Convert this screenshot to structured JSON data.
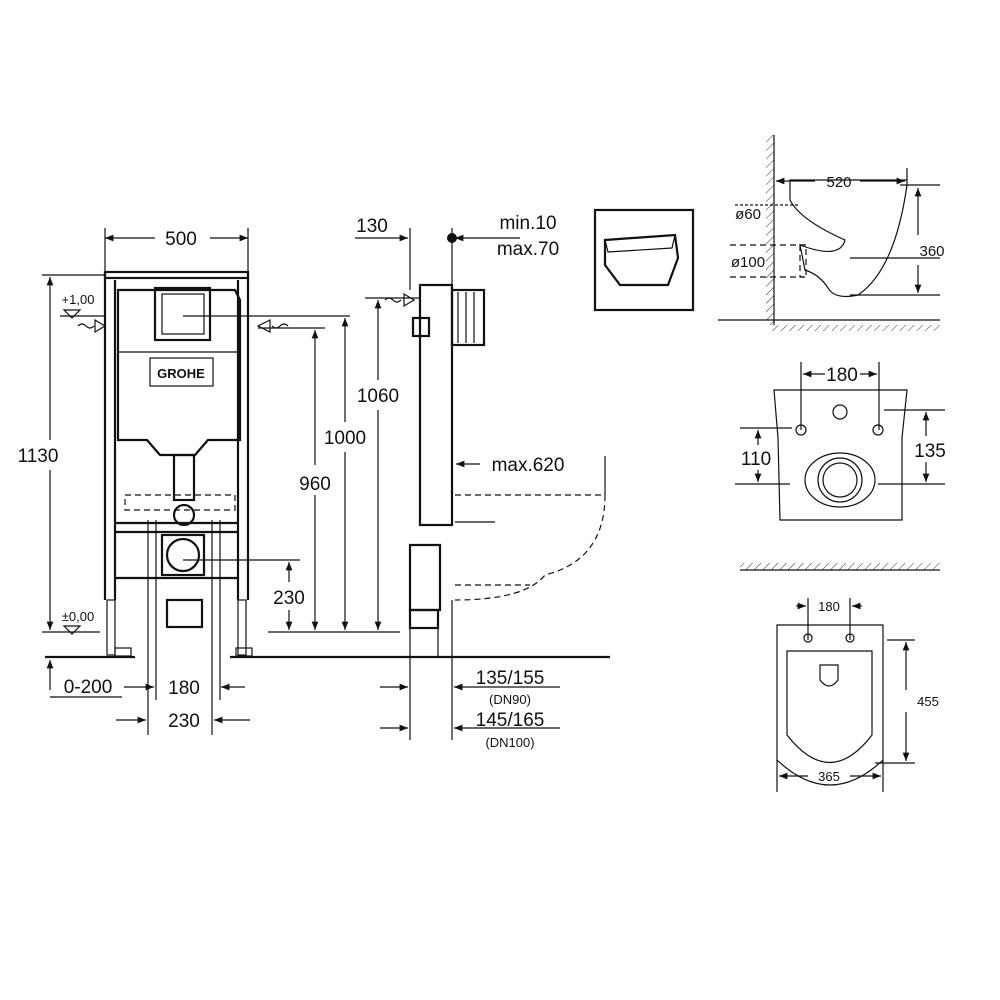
{
  "front_view": {
    "brand": "GROHE",
    "width": "500",
    "height_total": "1130",
    "level_top": "+1,00",
    "level_zero": "±0,00",
    "inlet_height": "960",
    "flush_height": "1000",
    "drain_height": "230",
    "foot_adjust": "0-200",
    "bolt_spacing": "180",
    "drain_width": "230"
  },
  "side_view": {
    "depth": "130",
    "wall_min": "min.10",
    "wall_max": "max.70",
    "frame_height": "1060",
    "bowl_projection": "max.620",
    "dn90_dim": "135/155",
    "dn90_label": "(DN90)",
    "dn100_dim": "145/165",
    "dn100_label": "(DN100)"
  },
  "bowl_side": {
    "length": "520",
    "inlet_diameter": "ø60",
    "outlet_diameter": "ø100",
    "height": "360"
  },
  "bowl_back": {
    "bolt_spacing": "180",
    "outlet_height": "110",
    "bolt_to_outlet": "135"
  },
  "bowl_top": {
    "bolt_spacing": "180",
    "length": "455",
    "width": "365"
  }
}
